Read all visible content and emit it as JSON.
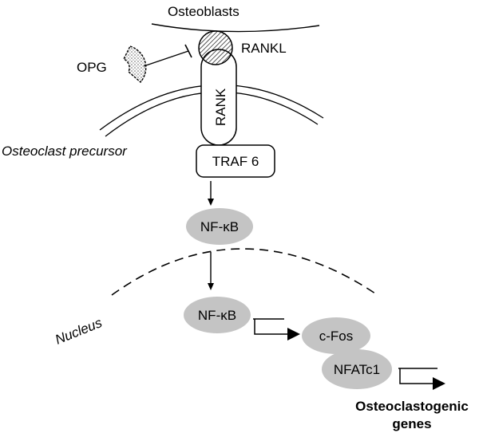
{
  "labels": {
    "osteoblasts": "Osteoblasts",
    "rankl": "RANKL",
    "opg": "OPG",
    "rank": "RANK",
    "osteoclast_precursor": "Osteoclast precursor",
    "traf6": "TRAF 6",
    "nfkb_cytoplasm": "NF-κB",
    "nucleus": "Nucleus",
    "nfkb_nucleus": "NF-κB",
    "cfos": "c-Fos",
    "nfatc1": "NFATc1",
    "genes_line1": "Osteoclastogenic",
    "genes_line2": "genes"
  },
  "colors": {
    "node_fill": "#c4c4c4",
    "stroke": "#000000",
    "background": "#ffffff"
  }
}
